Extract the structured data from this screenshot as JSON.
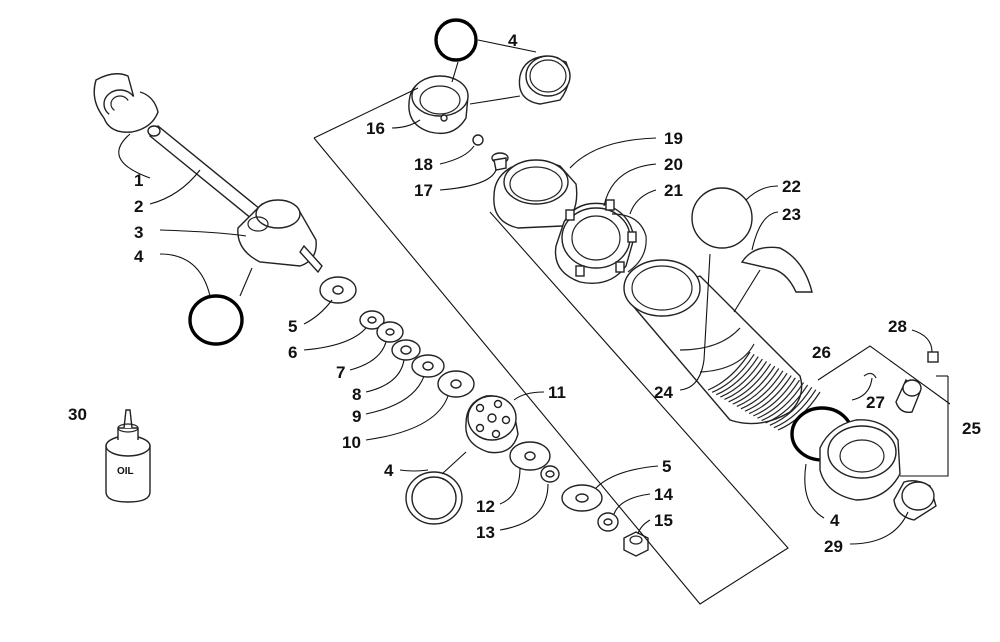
{
  "callouts": {
    "c1": "1",
    "c2": "2",
    "c3": "3",
    "c4a": "4",
    "c5a": "5",
    "c6": "6",
    "c7": "7",
    "c8": "8",
    "c9": "9",
    "c10": "10",
    "c4b": "4",
    "c11": "11",
    "c12": "12",
    "c13": "13",
    "c5b": "5",
    "c14": "14",
    "c15": "15",
    "c4c": "4",
    "c16": "16",
    "c18": "18",
    "c17": "17",
    "c19": "19",
    "c20": "20",
    "c21": "21",
    "c22": "22",
    "c23": "23",
    "c24": "24",
    "c26": "26",
    "c27": "27",
    "c28": "28",
    "c25": "25",
    "c4d": "4",
    "c29": "29",
    "c30": "30"
  },
  "oil_label": "OIL"
}
